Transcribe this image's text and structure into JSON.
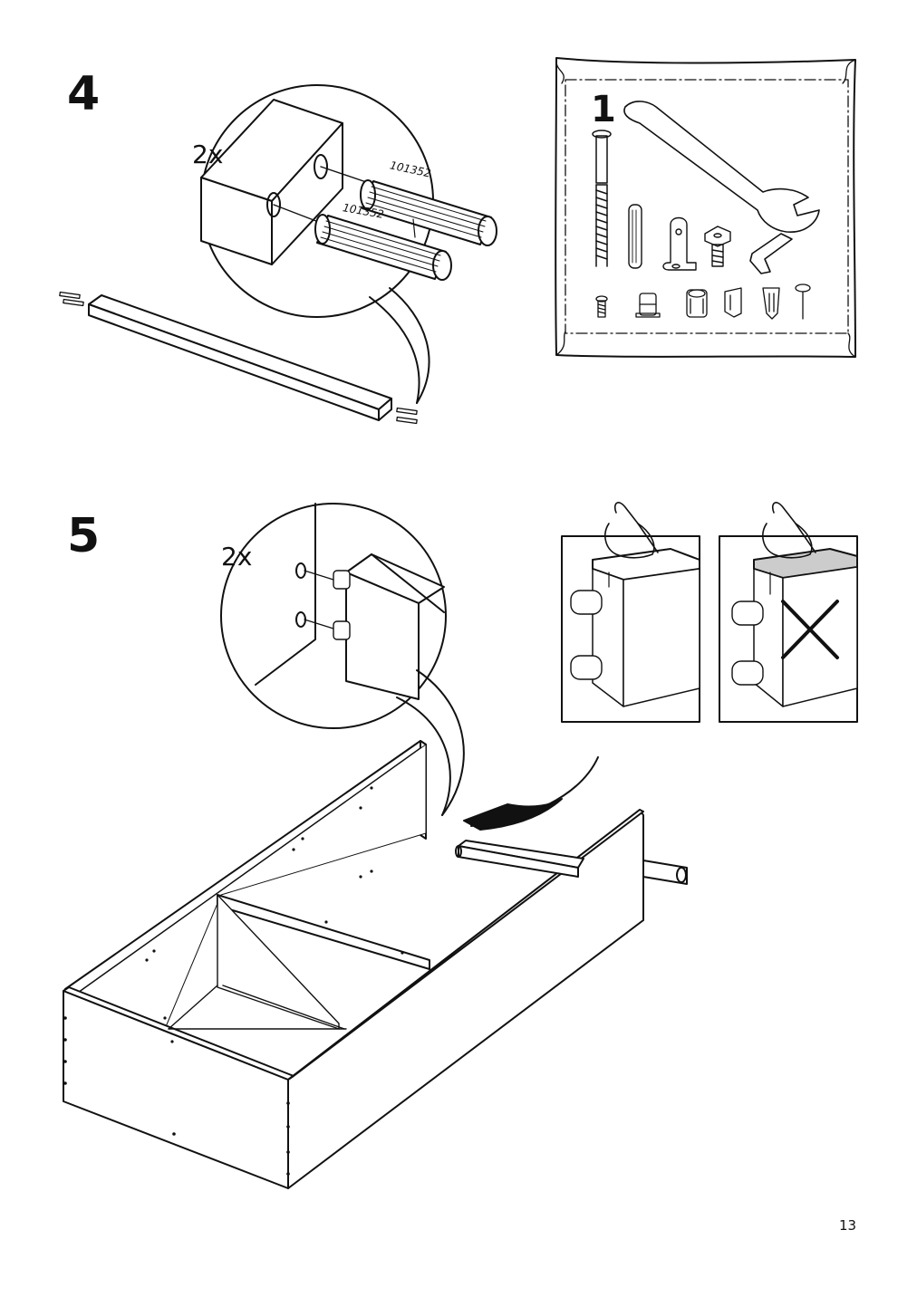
{
  "steps": [
    {
      "number": "4",
      "quantity": "2x",
      "part_numbers": [
        "101352",
        "101352"
      ]
    },
    {
      "number": "5",
      "quantity": "2x"
    }
  ],
  "hardware_bag": {
    "number": "1"
  },
  "page_number": "13"
}
